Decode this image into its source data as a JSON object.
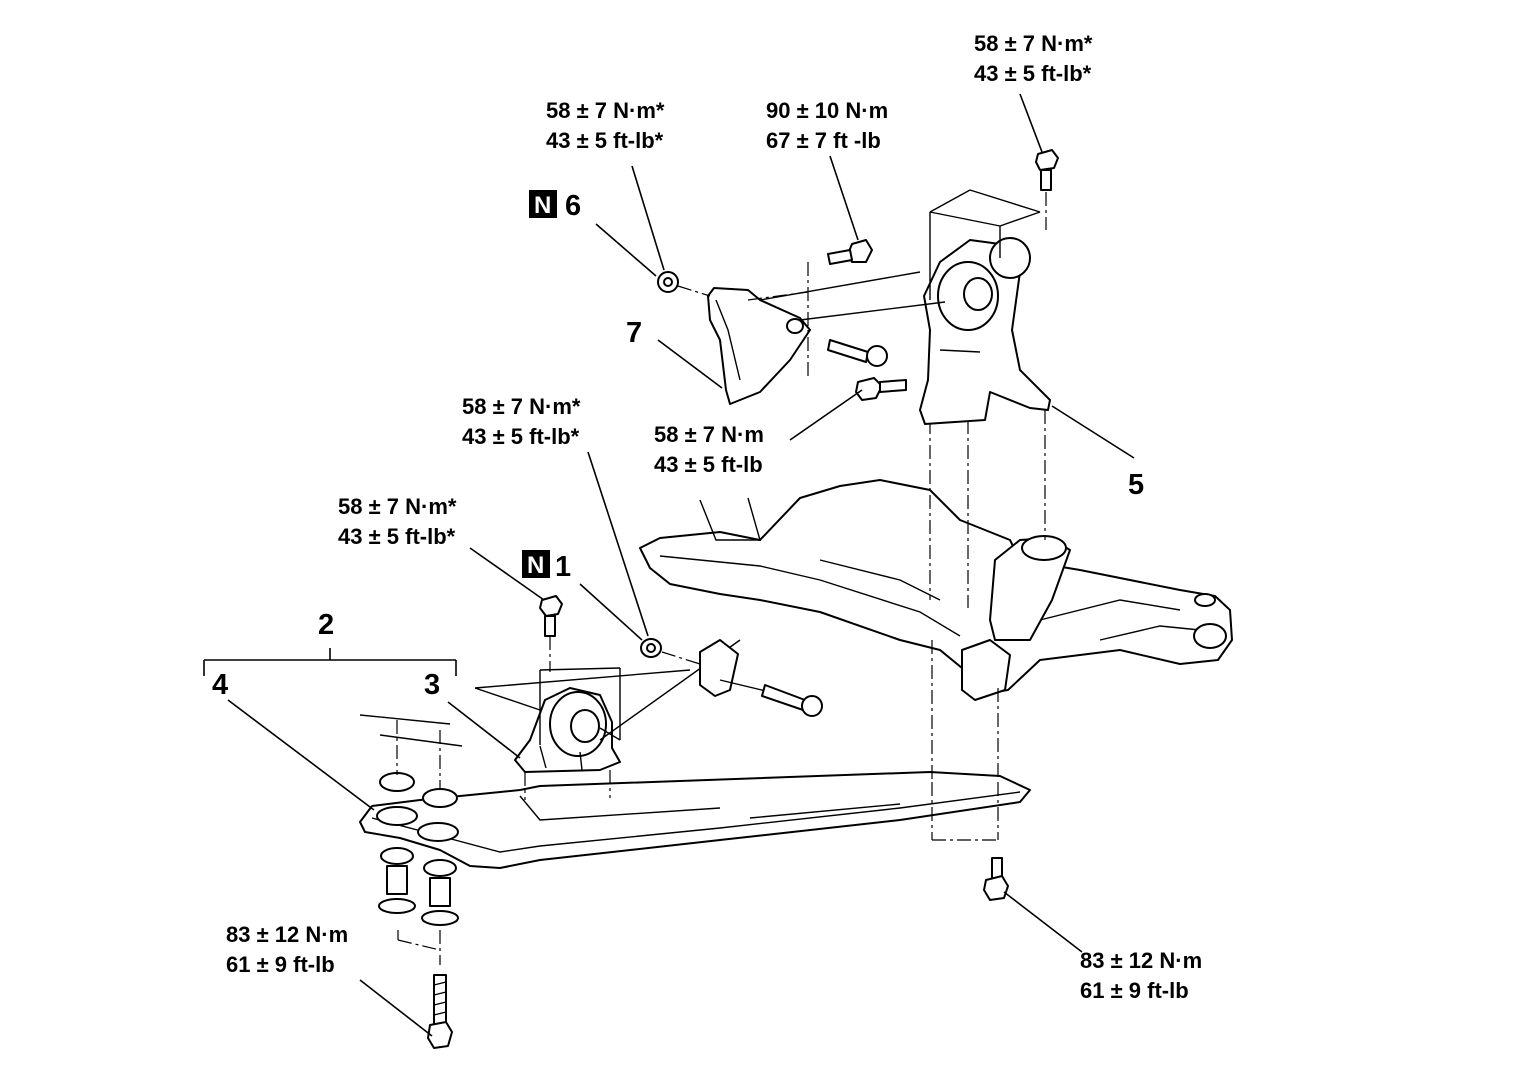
{
  "torques": {
    "top_right": {
      "metric": "58 ± 7 N·m*",
      "imperial": "43 ± 5 ft-lb*"
    },
    "top_left": {
      "metric": "58 ± 7 N·m*",
      "imperial": "43 ± 5 ft-lb*"
    },
    "top_center": {
      "metric": "90 ± 10 N·m",
      "imperial": "67 ± 7 ft -lb"
    },
    "mid_left": {
      "metric": "58 ± 7 N·m*",
      "imperial": "43 ± 5 ft-lb*"
    },
    "mid_center": {
      "metric": "58 ± 7 N·m",
      "imperial": "43 ± 5 ft-lb"
    },
    "low_left": {
      "metric": "58 ± 7 N·m*",
      "imperial": "43 ± 5 ft-lb*"
    },
    "bottom_left": {
      "metric": "83 ± 12 N·m",
      "imperial": "61 ± 9 ft-lb"
    },
    "bottom_right": {
      "metric": "83 ± 12 N·m",
      "imperial": "61 ± 9 ft-lb"
    }
  },
  "callouts": {
    "c1": "1",
    "c2": "2",
    "c3": "3",
    "c4": "4",
    "c5": "5",
    "c6": "6",
    "c7": "7"
  },
  "new_part_mark": "N"
}
